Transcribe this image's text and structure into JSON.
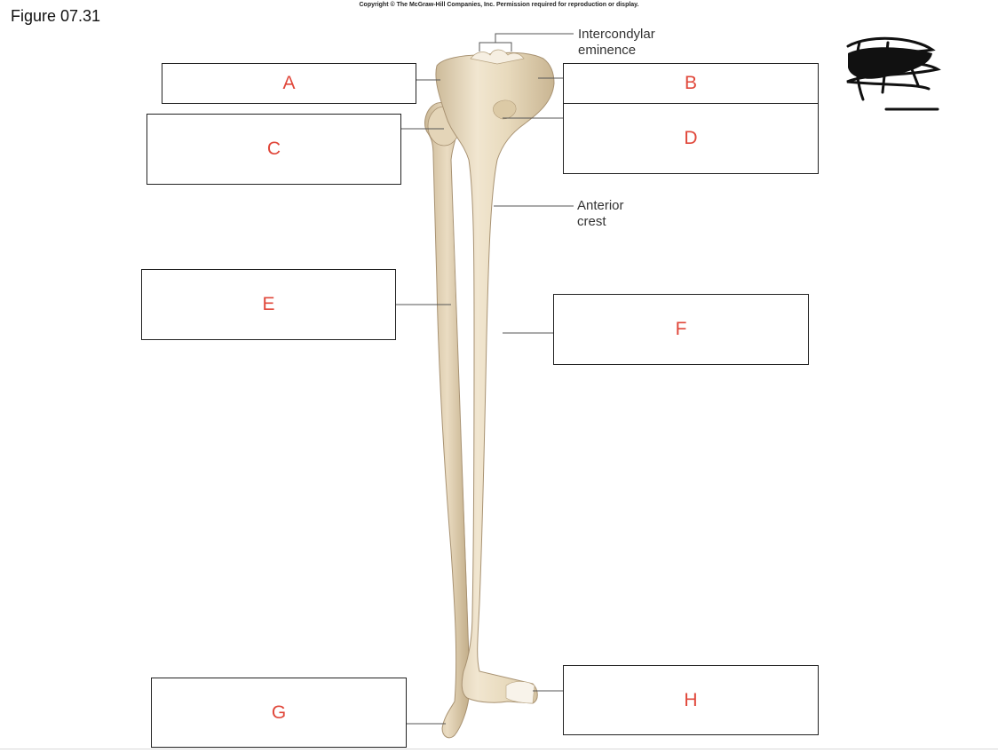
{
  "figure_title": "Figure 07.31",
  "copyright": "Copyright © The McGraw-Hill Companies, Inc. Permission required for reproduction or display.",
  "label_color": "#e0473a",
  "callouts": {
    "intercondylar": [
      "Intercondylar",
      "eminence"
    ],
    "anterior_crest": [
      "Anterior",
      "crest"
    ]
  },
  "boxes": {
    "a": "A",
    "b": "B",
    "c": "C",
    "d": "D",
    "e": "E",
    "f": "F",
    "g": "G",
    "h": "H"
  }
}
